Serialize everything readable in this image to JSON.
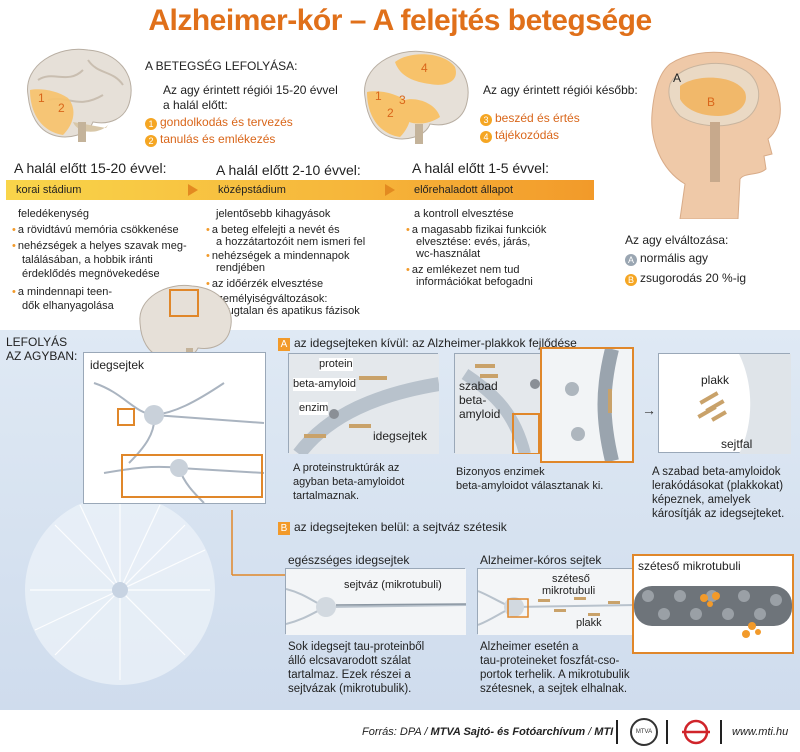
{
  "title": "Alzheimer-kór – A felejtés betegsége",
  "section_top": {
    "heading": "A BETEGSÉG LEFOLYÁSA:",
    "early_intro_1": "Az agy érintett régiói 15-20 évvel",
    "early_intro_2": "a halál előtt:",
    "early_items": [
      {
        "num": "1",
        "text": "gondolkodás és tervezés"
      },
      {
        "num": "2",
        "text": "tanulás és emlékezés"
      }
    ],
    "later_intro": "Az agy érintett régiói később:",
    "later_items": [
      {
        "num": "3",
        "text": "beszéd és értés"
      },
      {
        "num": "4",
        "text": "tájékozódás"
      }
    ],
    "brain_labels": {
      "b1_1": "1",
      "b1_2": "2",
      "b2_1": "1",
      "b2_2": "2",
      "b2_3": "3",
      "b2_4": "4",
      "b3_a": "A",
      "b3_b": "B"
    }
  },
  "stages": [
    {
      "heading": "A halál előtt 15-20 évvel:",
      "label": "korai stádium",
      "lead": "feledékenység",
      "items": [
        "a rövidtávú memória csökkenése",
        "nehézségek a helyes szavak meg-",
        "találásában, a hobbik iránti",
        "érdeklődés megnövekedése",
        "a mindennapi teen-",
        "dők elhanyagolása"
      ]
    },
    {
      "heading": "A halál előtt 2-10 évvel:",
      "label": "középstádium",
      "lead": "jelentősebb kihagyások",
      "items": [
        "a beteg elfelejti a nevét és",
        "a hozzátartozóit nem ismeri fel",
        "nehézségek a mindennapok",
        "rendjében",
        "az időérzék elvesztése",
        "személyiségváltozások:",
        "nyugtalan és apatikus fázisok"
      ]
    },
    {
      "heading": "A halál előtt 1-5 évvel:",
      "label": "előrehaladott állapot",
      "lead": "a kontroll elvesztése",
      "items": [
        "a magasabb fizikai funkciók",
        "elvesztése: evés, járás,",
        "wc-használat",
        "az emlékezet nem tud",
        "információkat befogadni"
      ]
    }
  ],
  "shrink": {
    "heading": "Az agy elváltozása:",
    "a_tag": "A",
    "a_text": "normális agy",
    "b_tag": "B",
    "b_text": "zsugorodás 20 %-ig"
  },
  "lower": {
    "left_title_1": "LEFOLYÁS",
    "left_title_2": "AZ AGYBAN:",
    "neuron_panel_label": "idegsejtek",
    "sec_a_tag": "A",
    "sec_a_title": "az idegsejteken kívül: az Alzheimer-plakkok fejlődése",
    "a1_labels": {
      "protein": "protein",
      "beta": "beta-amyloid",
      "enzim": "enzim",
      "idegsejtek": "idegsejtek"
    },
    "a1_caption": [
      "A proteinstruktúrák az",
      "agyban beta-amyloidot",
      "tartalmaznak."
    ],
    "a2_labels": {
      "l1": "szabad",
      "l2": "beta-",
      "l3": "amyloid"
    },
    "a2_caption": [
      "Bizonyos enzimek",
      "beta-amyloidot választanak ki."
    ],
    "a3_labels": {
      "plakk": "plakk",
      "sejtfal": "sejtfal"
    },
    "a3_caption": [
      "A szabad beta-amyloidok",
      "lerakódásokat (plakkokat)",
      "képeznek, amelyek",
      "károsítják az idegsejteket."
    ],
    "sec_b_tag": "B",
    "sec_b_title": "az idegsejteken belül: a sejtváz szétesik",
    "b1_title": "egészséges idegsejtek",
    "b1_label": "sejtváz (mikrotubuli)",
    "b1_caption": [
      "Sok idegsejt tau-proteinből",
      "álló elcsavarodott szálat",
      "tartalmaz. Ezek részei a",
      "sejtvázak (mikrotubulik)."
    ],
    "b2_title": "Alzheimer-kóros sejtek",
    "b2_label_1": "széteső",
    "b2_label_2": "mikrotubuli",
    "b2_plakk": "plakk",
    "b2_caption": [
      "Alzheimer esetén a",
      "tau-proteineket foszfát-cso-",
      "portok terhelik. A mikrotubulik",
      "szétesnek, a sejtek elhalnak."
    ],
    "b3_title": "széteső mikrotubuli"
  },
  "footer": {
    "source_prefix": "Forrás: DPA / ",
    "source_bold": "MTVA Sajtó- és Fotóarchívum",
    "source_sep": " / ",
    "source_mti": "MTI",
    "logo1": "MTVA",
    "url": "www.mti.hu"
  },
  "colors": {
    "accent": "#e0701a",
    "orange": "#f29a2a",
    "panel_border": "#e0872a",
    "blue_bg": "#d6e2f0"
  }
}
